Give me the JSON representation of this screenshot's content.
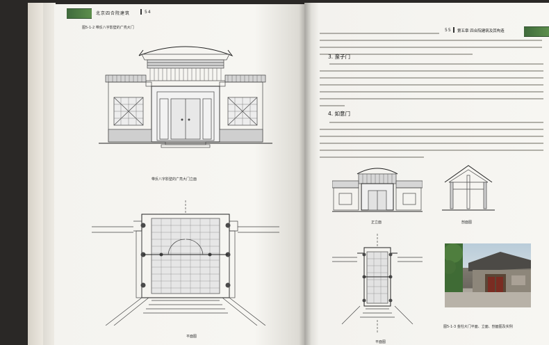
{
  "left_page": {
    "header": "北京四合院建筑",
    "page_number": "54",
    "figure_caption_top": "图5-1-2 带反八字影壁的广亮大门",
    "elevation_caption": "带反八字影壁的广亮大门立面",
    "plan_caption": "平面图"
  },
  "right_page": {
    "chapter_header": "第五章 四合院建筑及其构造",
    "page_number": "55",
    "section_3": "3. 蛮子门",
    "section_4": "4. 如意门",
    "elevation_caption": "正立面",
    "section_caption": "剖面图",
    "plan_caption": "平面图",
    "figure_caption": "图5-1-3 金柱大门平面、立面、剖面图及实例"
  },
  "colors": {
    "banner_green": "#3f6a3c",
    "page_paper": "#f6f5f1",
    "background": "#2a2826"
  }
}
